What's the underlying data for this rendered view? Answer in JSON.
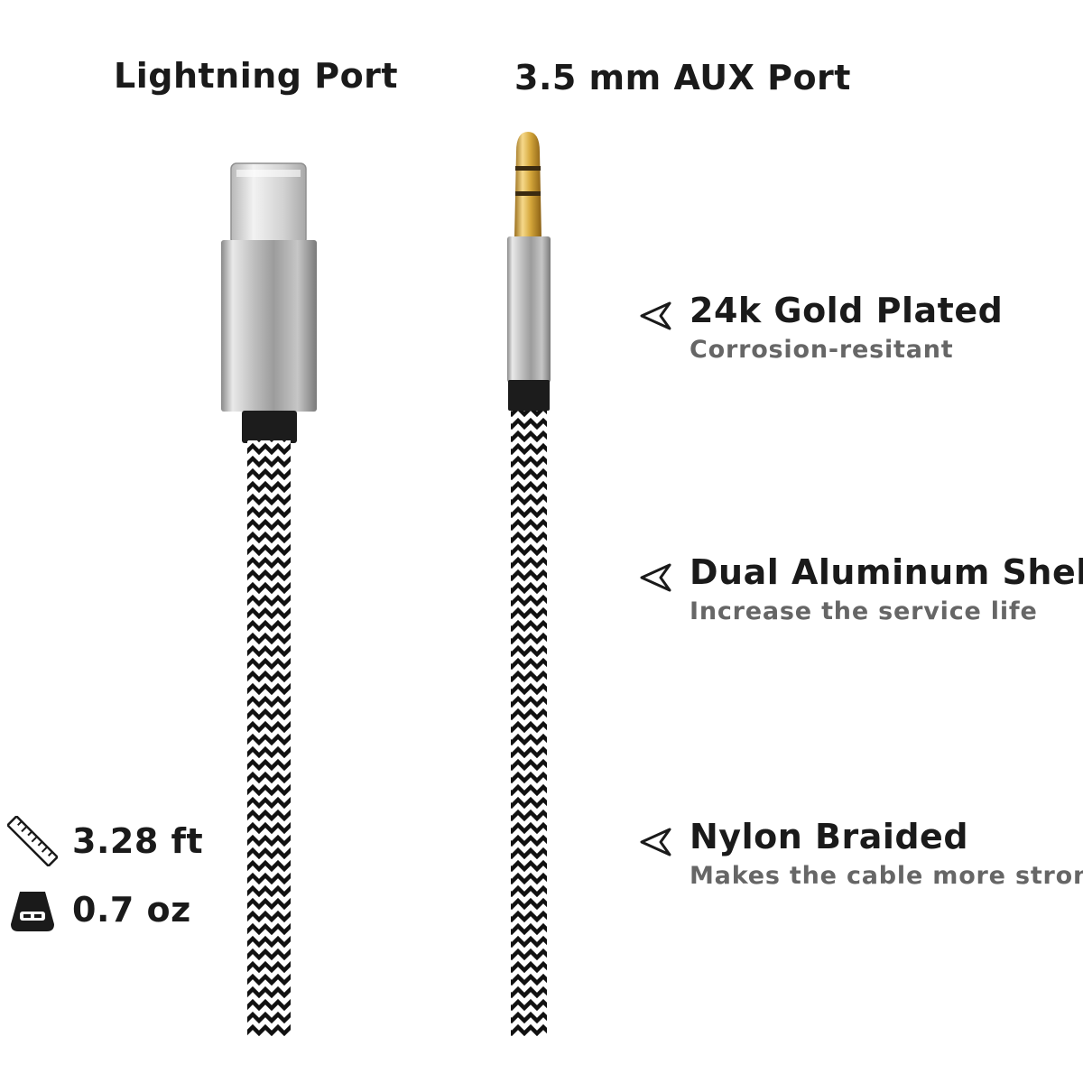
{
  "ports": {
    "lightning_label": "Lightning Port",
    "aux_label": "3.5 mm AUX Port"
  },
  "features": [
    {
      "title": "24k Gold Plated",
      "subtitle": "Corrosion-resitant",
      "icon": "chevron-left-outline-icon"
    },
    {
      "title": "Dual Aluminum Shell",
      "subtitle": "Increase the service life",
      "icon": "chevron-left-outline-icon"
    },
    {
      "title": "Nylon Braided",
      "subtitle": "Makes the cable more strong",
      "icon": "chevron-left-outline-icon"
    }
  ],
  "specs": {
    "length": {
      "value": "3.28 ft",
      "icon": "ruler-icon"
    },
    "weight": {
      "value": "0.7 oz",
      "icon": "weight-icon"
    }
  },
  "colors": {
    "background": "#ffffff",
    "text": "#1a1a1a",
    "subtext": "#666666",
    "gold": "#d4a63a",
    "silver": "#c8c8c8",
    "braid_dark": "#111111"
  }
}
